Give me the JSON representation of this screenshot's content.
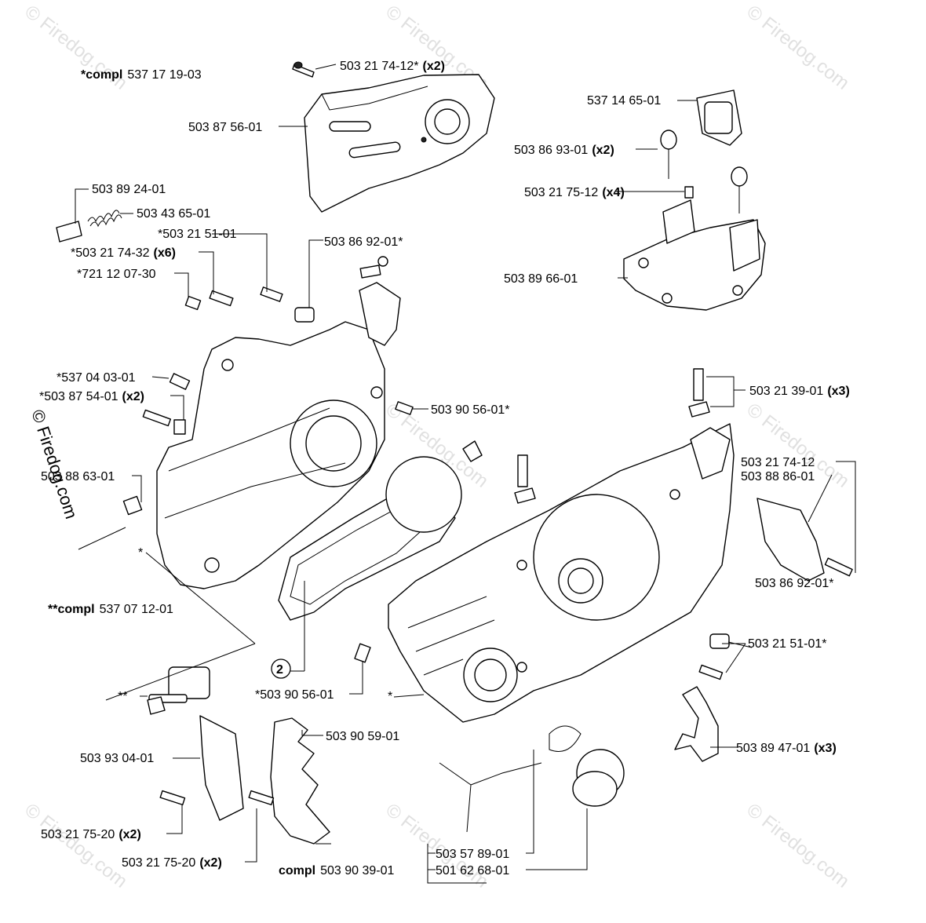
{
  "watermark": "© Firedog.com",
  "labels": {
    "compl_top_prefix": "*compl",
    "compl_top_num": "537 17 19-03",
    "l_50321741_2": "503 21 74-12*",
    "l_50321741_2_q": "(x2)",
    "l_50387560": "503 87 56-01",
    "l_53714650": "537 14 65-01",
    "l_50386930": "503 86 93-01",
    "l_50386930_q": "(x2)",
    "l_50321751": "503 21 75-12",
    "l_50321751_q": "(x4)",
    "l_50389660": "503 89 66-01",
    "l_50389240": "503 89 24-01",
    "l_50343650": "503 43 65-01",
    "l_503215101s": "*503 21 51-01",
    "l_50386920s": "503 86 92-01*",
    "l_50321743": "*503 21 74-32",
    "l_50321743_q": "(x6)",
    "l_72112073": "*721 12 07-30",
    "l_53704030": "*537 04 03-01",
    "l_50387540": "*503 87 54-01",
    "l_50387540_q": "(x2)",
    "l_50390560s": "503 90 56-01*",
    "l_50321390": "503 21 39-01",
    "l_50321390_q": "(x3)",
    "l_50388630": "503 88 63-01",
    "l_50321741": "503 21 74-12",
    "l_50388860": "503 88 86-01",
    "l_50386920b": "503 86 92-01*",
    "l_50321510b": "503 21 51-01*",
    "star": "*",
    "compl_mid_prefix": "**compl",
    "compl_mid_num": "537 07 12-01",
    "dstar": "**",
    "circle_2": "2",
    "l_50390560b": "*503 90 56-01",
    "star2": "*",
    "l_50390590": "503 90 59-01",
    "l_50393040": "503 93 04-01",
    "l_50389470": "503 89 47-01",
    "l_50389470_q": "(x3)",
    "l_50321752a": "503 21 75-20",
    "l_50321752a_q": "(x2)",
    "l_50321752b": "503 21 75-20",
    "l_50321752b_q": "(x2)",
    "l_50357890": "503 57 89-01",
    "l_50162680": "501 62 68-01",
    "compl_bot_prefix": "compl",
    "compl_bot_num": "503 90 39-01"
  }
}
